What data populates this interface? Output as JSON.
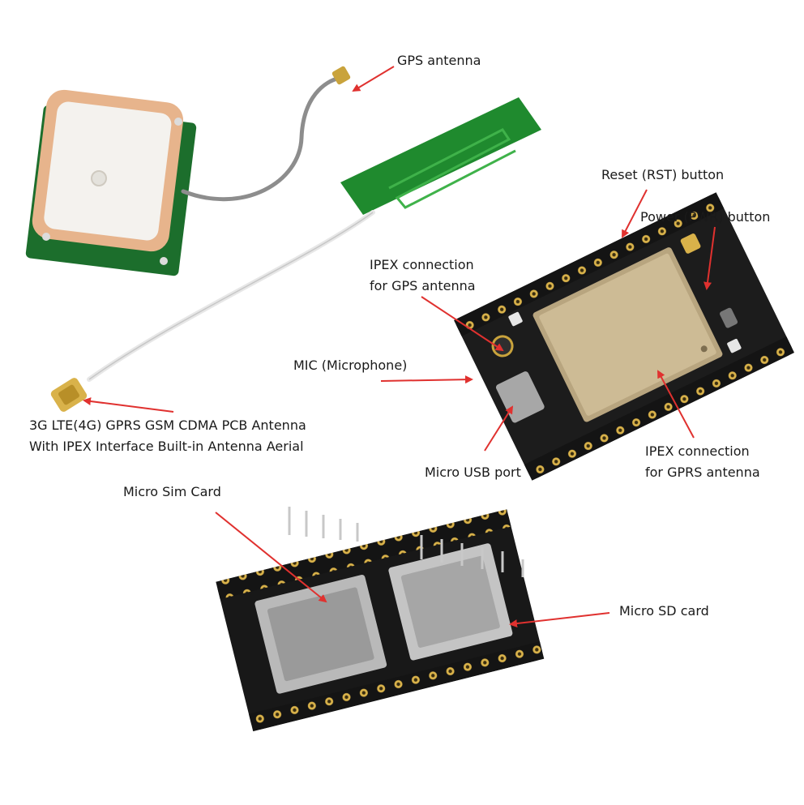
{
  "labels": {
    "gps_antenna": "GPS antenna",
    "reset_button": "Reset (RST) button",
    "power_button": "Power (PWR) button",
    "ipex_gps_line1": "IPEX connection",
    "ipex_gps_line2": "for GPS antenna",
    "mic": "MIC (Microphone)",
    "pcb_antenna_line1": "3G LTE(4G) GPRS GSM CDMA PCB Antenna",
    "pcb_antenna_line2": "With IPEX Interface Built-in Antenna Aerial",
    "micro_usb": "Micro USB port",
    "ipex_gprs_line1": "IPEX connection",
    "ipex_gprs_line2": "for GPRS antenna",
    "micro_sim": "Micro Sim Card",
    "micro_sd": "Micro SD card"
  },
  "colors": {
    "arrow": "#e0312f",
    "pcb_black": "#1c1c1c",
    "pcb_green": "#1f8a2e",
    "ceramic": "#f4f2ee",
    "ceramic_edge": "#e7b48c",
    "module_beige": "#cdbb95",
    "gold": "#d9b24a"
  }
}
